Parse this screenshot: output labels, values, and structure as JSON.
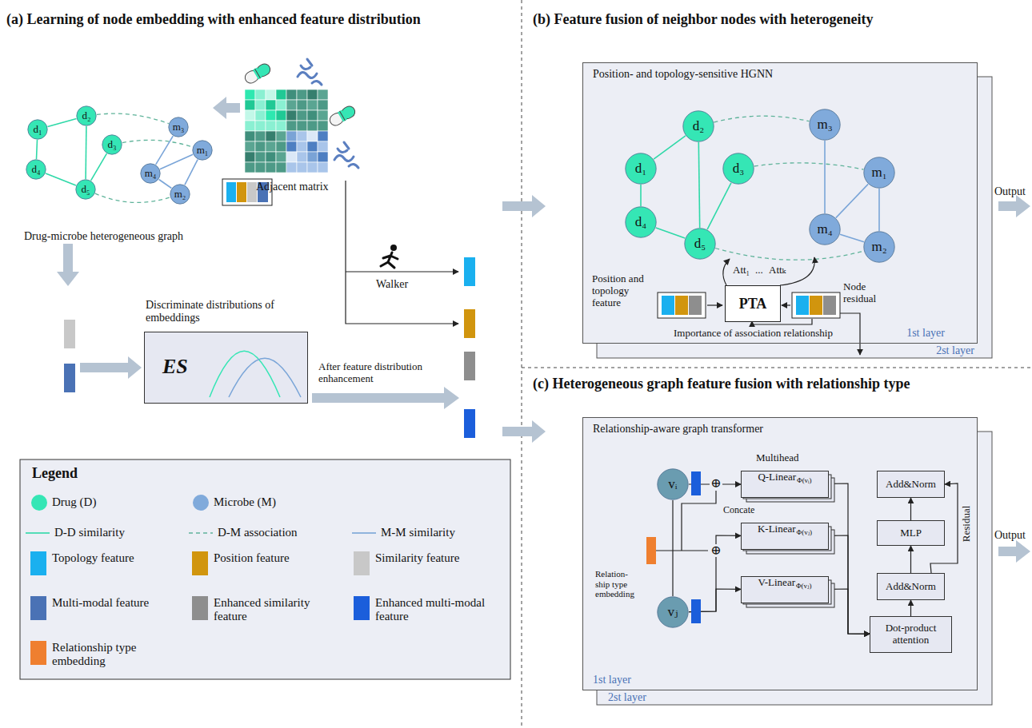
{
  "diagram": {
    "nodes": [
      {
        "text": [
          "d₁"
        ]
      },
      {
        "text": [
          "d₂"
        ]
      },
      {
        "text": [
          "d₃"
        ]
      },
      {
        "text": [
          "d₄"
        ]
      },
      {
        "text": [
          "d₅"
        ]
      },
      {
        "text": [
          "m₃"
        ]
      },
      {
        "text": [
          "m₁"
        ]
      },
      {
        "text": [
          "m₄"
        ]
      },
      {
        "text": [
          "m₂"
        ]
      },
      {
        "text": [
          "ES"
        ]
      },
      {
        "text": [
          "2st layer"
        ]
      },
      {
        "text": [
          "Position- and topology-sensitive HGNN",
          "1st layer"
        ]
      },
      {
        "text": [
          "d₁"
        ],
        "in": 11
      },
      {
        "text": [
          "d₂"
        ],
        "in": 11
      },
      {
        "text": [
          "d₃"
        ],
        "in": 11
      },
      {
        "text": [
          "d₄"
        ],
        "in": 11
      },
      {
        "text": [
          "d₅"
        ],
        "in": 11
      },
      {
        "text": [
          "m₃"
        ],
        "in": 11
      },
      {
        "text": [
          "m₁"
        ],
        "in": 11
      },
      {
        "text": [
          "m₄"
        ],
        "in": 11
      },
      {
        "text": [
          "m₂"
        ],
        "in": 11
      },
      {
        "text": [
          "PTA"
        ],
        "in": 11
      },
      {
        "text": [
          "2st layer"
        ]
      },
      {
        "text": [
          "Relationship-aware graph transformer",
          "1st layer"
        ]
      },
      {
        "text": [
          "vᵢ"
        ],
        "in": 23
      },
      {
        "text": [
          "vⱼ"
        ],
        "in": 23
      },
      {
        "text": [
          "Q-Linear",
          "Φ(vᵢ)"
        ],
        "in": 23
      },
      {
        "text": [
          "K-Linear",
          "Φ(vⱼ)"
        ],
        "in": 23
      },
      {
        "text": [
          "V-Linear",
          "Φ(vⱼ)"
        ],
        "in": 23
      },
      {
        "text": [
          "Add&Norm"
        ],
        "in": 23
      },
      {
        "text": [
          "MLP"
        ],
        "in": 23
      },
      {
        "text": [
          "Add&Norm"
        ],
        "in": 23
      },
      {
        "text": [
          "Dot-product attention"
        ],
        "in": 23
      }
    ],
    "edges": [
      {
        "from": 0,
        "to": 1,
        "arrow": "none"
      },
      {
        "from": 0,
        "to": 3,
        "arrow": "none"
      },
      {
        "from": 3,
        "to": 4,
        "arrow": "none"
      },
      {
        "from": 1,
        "to": 4,
        "arrow": "none"
      },
      {
        "from": 2,
        "to": 4,
        "arrow": "none"
      },
      {
        "from": 1,
        "to": 5,
        "arrow": "none"
      },
      {
        "from": 2,
        "to": 6,
        "arrow": "none"
      },
      {
        "from": 4,
        "to": 8,
        "arrow": "none"
      },
      {
        "from": 7,
        "to": 5,
        "arrow": "none"
      },
      {
        "from": 7,
        "to": 6,
        "arrow": "none"
      },
      {
        "from": 7,
        "to": 8,
        "arrow": "none"
      },
      {
        "from": 6,
        "to": 8,
        "arrow": "none"
      },
      {
        "from": 12,
        "to": 13,
        "arrow": "none"
      },
      {
        "from": 12,
        "to": 15,
        "arrow": "none"
      },
      {
        "from": 15,
        "to": 16,
        "arrow": "none"
      },
      {
        "from": 13,
        "to": 16,
        "arrow": "none"
      },
      {
        "from": 14,
        "to": 16,
        "arrow": "none"
      },
      {
        "from": 13,
        "to": 17,
        "arrow": "none"
      },
      {
        "from": 14,
        "to": 18,
        "arrow": "none"
      },
      {
        "from": 16,
        "to": 20,
        "arrow": "none"
      },
      {
        "from": 19,
        "to": 17,
        "arrow": "none"
      },
      {
        "from": 19,
        "to": 18,
        "arrow": "none"
      },
      {
        "from": 19,
        "to": 20,
        "arrow": "none"
      },
      {
        "from": 18,
        "to": 20,
        "arrow": "none"
      },
      {
        "from": 24,
        "to": 25,
        "arrow": "none"
      },
      {
        "from": 24,
        "to": 26,
        "arrow": "to"
      },
      {
        "from": 25,
        "to": 27,
        "arrow": "to"
      },
      {
        "from": 25,
        "to": 28,
        "arrow": "to"
      },
      {
        "from": 26,
        "to": 32,
        "arrow": "to"
      },
      {
        "from": 27,
        "to": 32,
        "arrow": "to"
      },
      {
        "from": 28,
        "to": 32,
        "arrow": "to"
      },
      {
        "from": 32,
        "to": 31,
        "arrow": "to"
      },
      {
        "from": 31,
        "to": 30,
        "arrow": "to"
      },
      {
        "from": 30,
        "to": 29,
        "arrow": "to"
      },
      {
        "from": 31,
        "to": 29,
        "arrow": "to",
        "label": "Residual"
      }
    ],
    "labels": [
      "(a) Learning of node embedding with enhanced feature distribution",
      "Drug-microbe heterogeneous graph",
      "Adjacent matrix",
      "Walker",
      "Discriminate distributions of embeddings",
      "After feature distribution enhancement",
      "Legend",
      "(b) Feature fusion of neighbor nodes with heterogeneity",
      "Position and topology feature",
      "Node residual",
      "Importance of association relationship",
      "Att₁",
      "...",
      "Attₖ",
      "Output",
      "(c) Heterogeneous graph feature fusion with relationship type",
      "Multihead",
      "⊕",
      "Concate",
      "⊕",
      "Relation- ship type embedding",
      "Output"
    ],
    "legend": [
      {
        "text": "Drug (D)"
      },
      {
        "text": "Microbe (M)"
      },
      {
        "text": "D-D similarity"
      },
      {
        "text": "D-M association"
      },
      {
        "text": "M-M similarity"
      },
      {
        "text": "Topology feature",
        "color": "#1ab0ef"
      },
      {
        "text": "Position feature",
        "color": "#d1950e"
      },
      {
        "text": "Similarity feature",
        "color": "#c8c8c8"
      },
      {
        "text": "Multi-modal feature",
        "color": "#4a72b5"
      },
      {
        "text": "Enhanced similarity feature",
        "color": "#8e8e8e"
      },
      {
        "text": "Enhanced multi-modal feature",
        "color": "#1b5edb"
      },
      {
        "text": "Relationship type embedding",
        "color": "#ef7f2f"
      }
    ]
  }
}
